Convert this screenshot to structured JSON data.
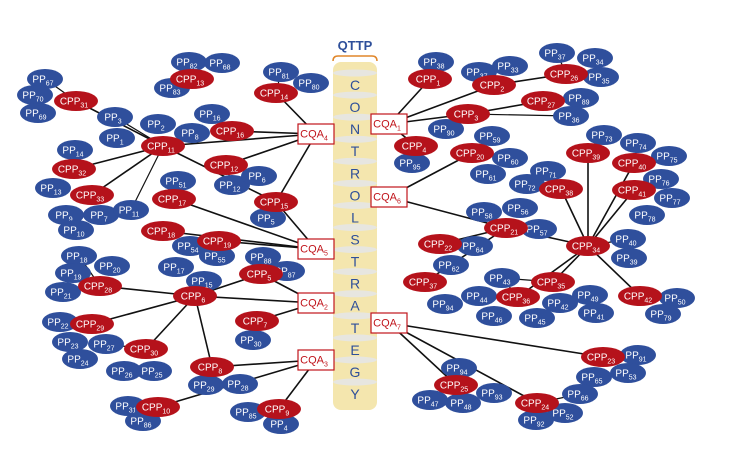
{
  "title": "QTTP",
  "spine_letters": [
    "C",
    "O",
    "N",
    "T",
    "R",
    "O",
    "L",
    "S",
    "T",
    "R",
    "A",
    "T",
    "E",
    "G",
    "Y"
  ],
  "colors": {
    "pp": "#2f4f9c",
    "cpp": "#b5121b",
    "cqa_border": "#c0141b",
    "cqa_text": "#c0141b",
    "line": "#111111",
    "spine": "#f4e6ae",
    "spine_disc": "#e6e6e6",
    "title": "#2e4f9a",
    "bracket": "#e0862a"
  },
  "cqa": [
    {
      "id": "CQA1",
      "label": "CQA",
      "sub": "1"
    },
    {
      "id": "CQA2",
      "label": "CQA",
      "sub": "2"
    },
    {
      "id": "CQA3",
      "label": "CQA",
      "sub": "3"
    },
    {
      "id": "CQA4",
      "label": "CQA",
      "sub": "4"
    },
    {
      "id": "CQA5",
      "label": "CQA",
      "sub": "5"
    },
    {
      "id": "CQA6",
      "label": "CQA",
      "sub": "6"
    },
    {
      "id": "CQA7",
      "label": "CQA",
      "sub": "7"
    }
  ],
  "cpp": [
    "1",
    "2",
    "3",
    "4",
    "5",
    "6",
    "7",
    "8",
    "9",
    "10",
    "11",
    "12",
    "13",
    "14",
    "15",
    "16",
    "17",
    "18",
    "19",
    "20",
    "21",
    "22",
    "23",
    "24",
    "25",
    "26",
    "27",
    "28",
    "29",
    "30",
    "31",
    "32",
    "33",
    "34",
    "35",
    "36",
    "37",
    "38",
    "39",
    "40",
    "41",
    "42"
  ],
  "pp": [
    "1",
    "2",
    "3",
    "4",
    "5",
    "6",
    "7",
    "8",
    "9",
    "10",
    "11",
    "12",
    "13",
    "14",
    "15",
    "16",
    "17",
    "18",
    "19",
    "20",
    "21",
    "22",
    "23",
    "24",
    "25",
    "26",
    "27",
    "28",
    "29",
    "30",
    "31",
    "32",
    "33",
    "34",
    "35",
    "36",
    "37",
    "38",
    "39",
    "40",
    "41",
    "42",
    "43",
    "44",
    "45",
    "46",
    "47",
    "48",
    "49",
    "50",
    "51",
    "52",
    "53",
    "54",
    "55",
    "56",
    "57",
    "58",
    "59",
    "60",
    "61",
    "62",
    "63",
    "64",
    "65",
    "66",
    "67",
    "68",
    "69",
    "70",
    "71",
    "72",
    "73",
    "74",
    "75",
    "76",
    "77",
    "78",
    "79",
    "80",
    "81",
    "82",
    "83",
    "84",
    "85",
    "86",
    "87",
    "88",
    "89",
    "90",
    "91",
    "92",
    "93",
    "94",
    "94",
    "95"
  ],
  "edges": [
    [
      "CQA4",
      "CPP11"
    ],
    [
      "CQA4",
      "CPP16"
    ],
    [
      "CQA4",
      "CPP12"
    ],
    [
      "CQA4",
      "CPP14"
    ],
    [
      "CQA4",
      "CPP15"
    ],
    [
      "CPP11",
      "CPP31"
    ],
    [
      "CPP11",
      "CPP32"
    ],
    [
      "CPP11",
      "CPP33"
    ],
    [
      "CPP11",
      "CPP15"
    ],
    [
      "CQA5",
      "CPP15"
    ],
    [
      "CQA5",
      "CPP17"
    ],
    [
      "CQA5",
      "CPP18"
    ],
    [
      "CQA5",
      "CPP19"
    ],
    [
      "CQA2",
      "CPP6"
    ],
    [
      "CQA2",
      "CPP5"
    ],
    [
      "CQA2",
      "CPP7"
    ],
    [
      "CPP6",
      "CPP28"
    ],
    [
      "CPP6",
      "CPP29"
    ],
    [
      "CPP6",
      "CPP30"
    ],
    [
      "CPP6",
      "CPP8"
    ],
    [
      "CPP6",
      "CPP5"
    ],
    [
      "CQA3",
      "CPP8"
    ],
    [
      "CQA3",
      "CPP10"
    ],
    [
      "CQA3",
      "CPP9"
    ],
    [
      "CQA1",
      "CPP1"
    ],
    [
      "CQA1",
      "CPP2"
    ],
    [
      "CQA1",
      "CPP3"
    ],
    [
      "CQA1",
      "CPP4"
    ],
    [
      "CPP2",
      "CPP26"
    ],
    [
      "CPP3",
      "CPP27"
    ],
    [
      "CQA6",
      "CPP20"
    ],
    [
      "CQA6",
      "CPP21"
    ],
    [
      "CPP21",
      "CPP22"
    ],
    [
      "CPP21",
      "CPP37"
    ],
    [
      "CPP21",
      "CPP34"
    ],
    [
      "CPP34",
      "CPP38"
    ],
    [
      "CPP34",
      "CPP39"
    ],
    [
      "CPP34",
      "CPP40"
    ],
    [
      "CPP34",
      "CPP41"
    ],
    [
      "CPP34",
      "CPP42"
    ],
    [
      "CPP34",
      "CPP35"
    ],
    [
      "CPP34",
      "CPP36"
    ],
    [
      "CQA7",
      "CPP23"
    ],
    [
      "CQA7",
      "CPP24"
    ],
    [
      "CQA7",
      "CPP25"
    ]
  ]
}
